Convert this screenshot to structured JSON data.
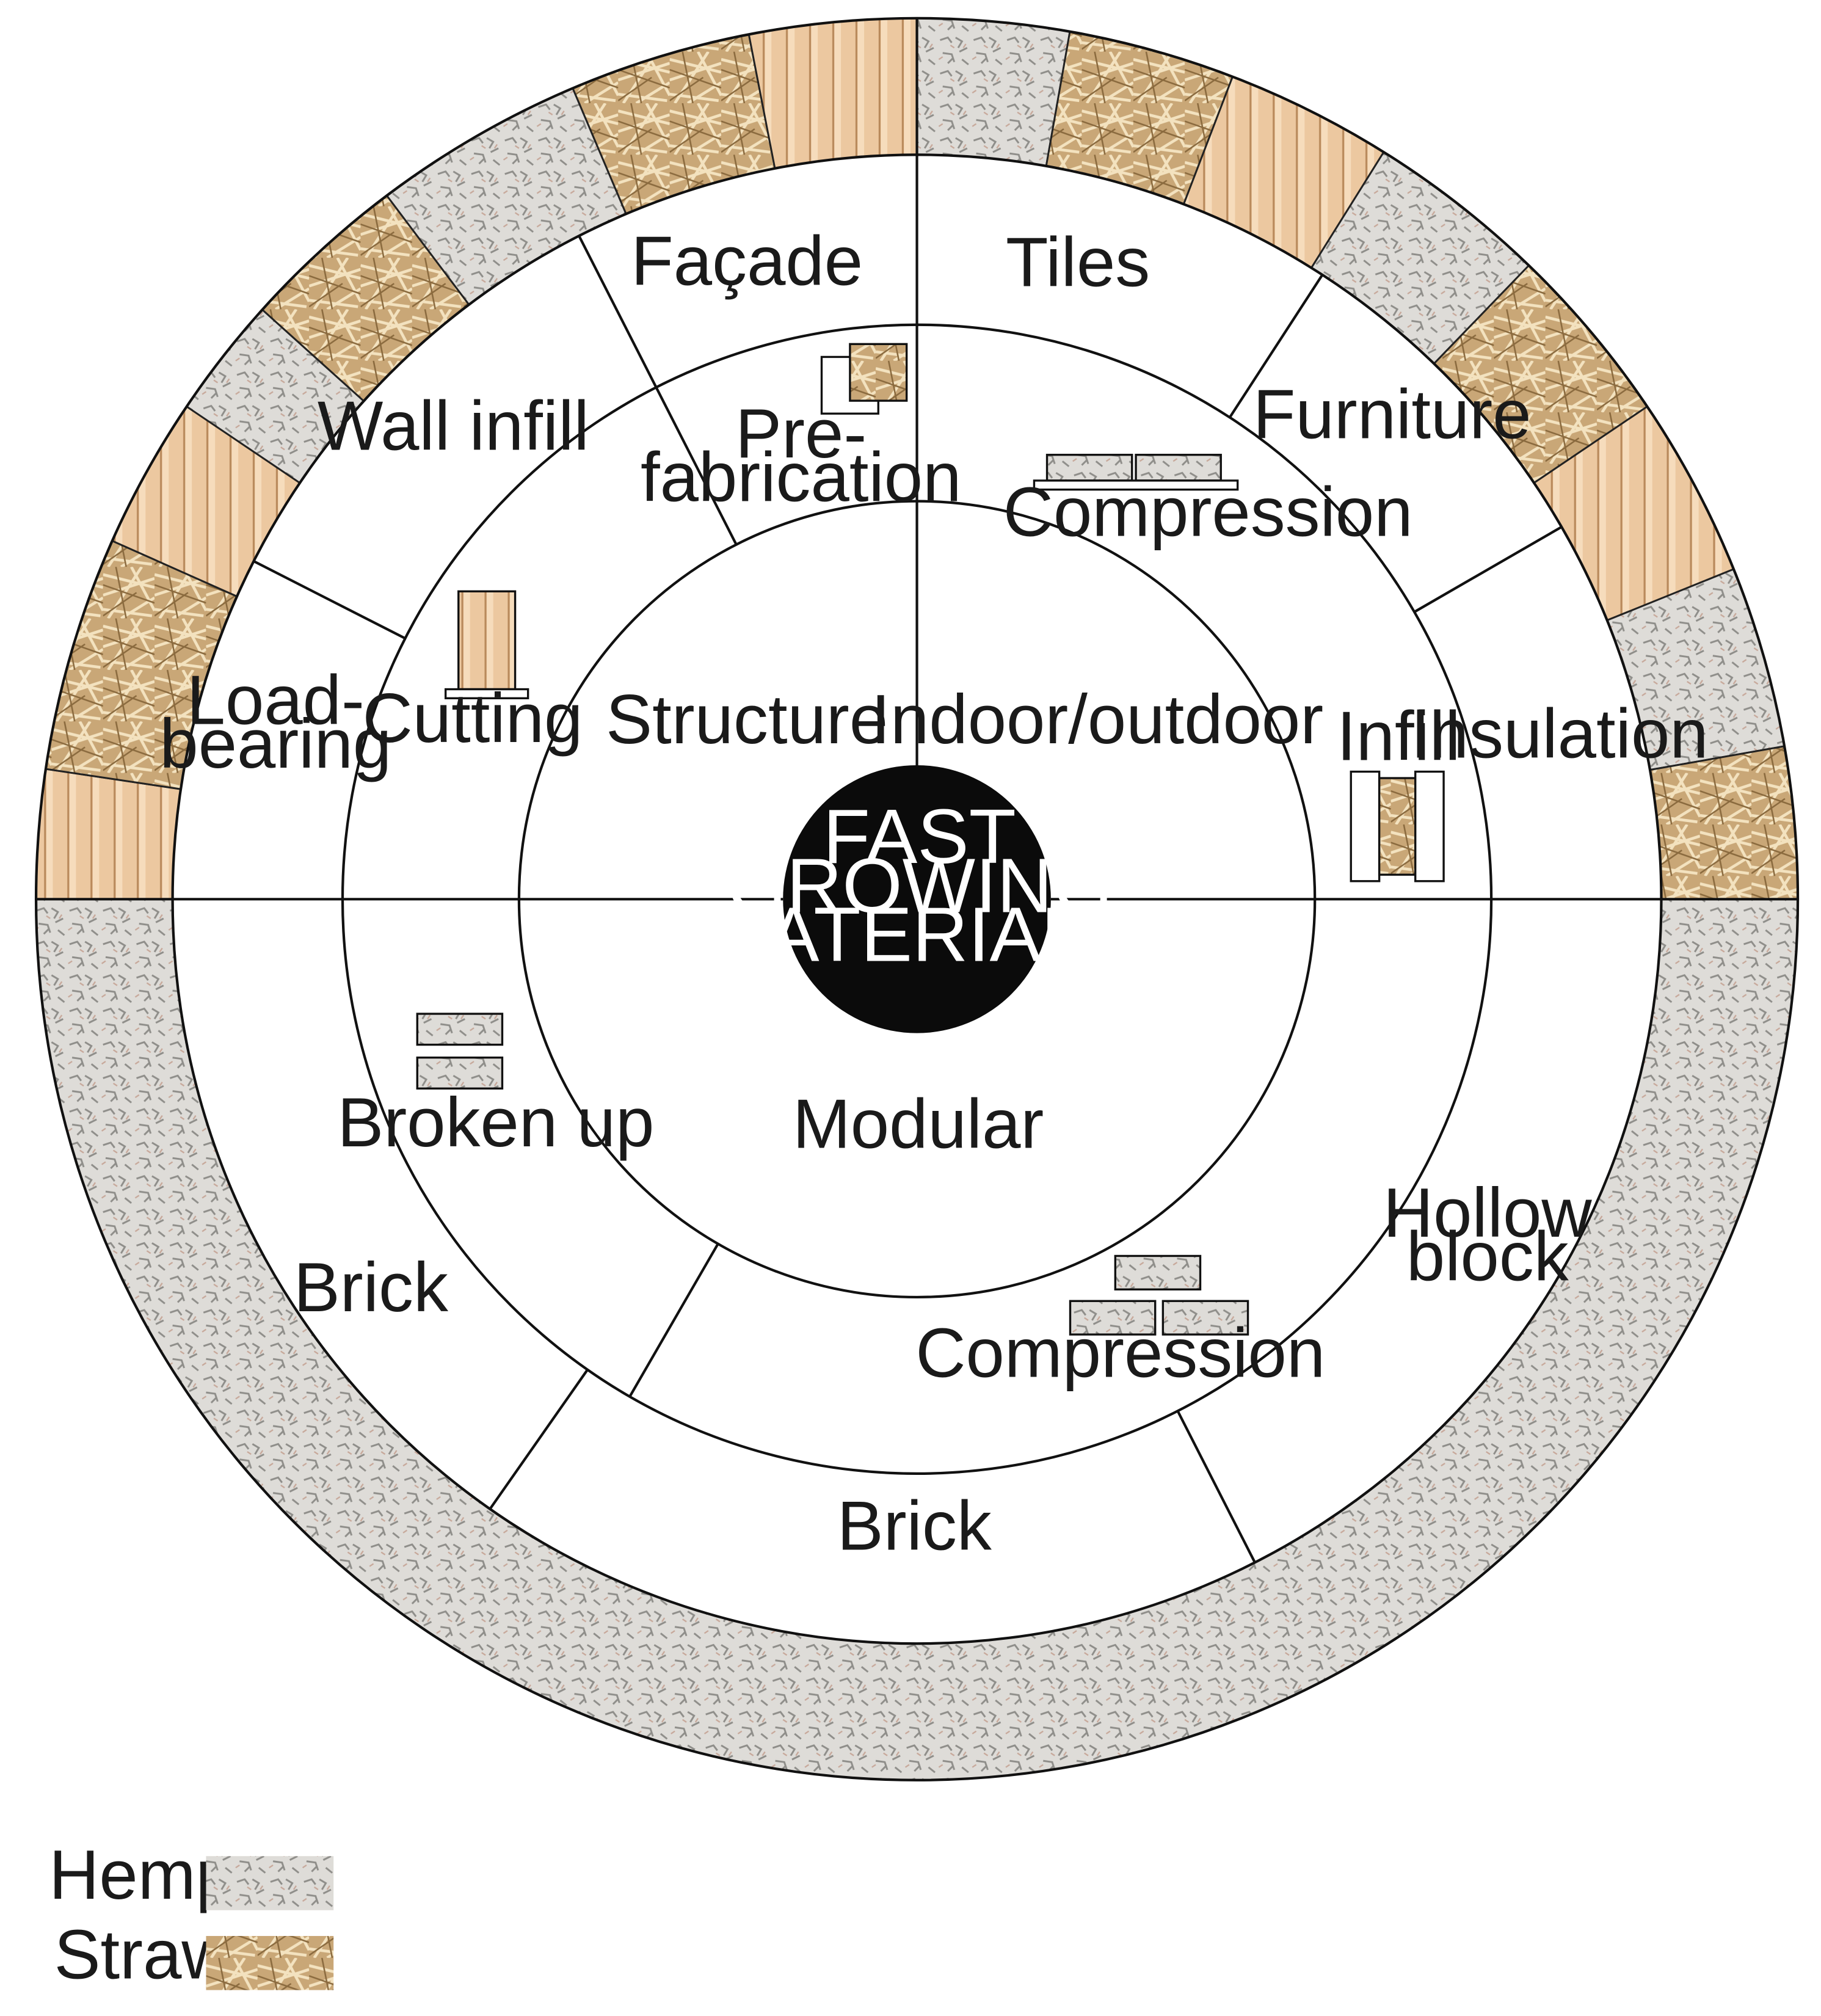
{
  "center": {
    "lines": [
      "FAST",
      "GROWING",
      "MATERIALS"
    ]
  },
  "colors": {
    "hemp": "#dcdad5",
    "straw": "#caa878",
    "bamboo": "#e9c49a",
    "line": "#111111",
    "center": "#0b0b0b"
  },
  "ring1": {
    "structure": "Structure",
    "indoor_outdoor": "Indoor/outdoor",
    "modular": "Modular"
  },
  "ring2": {
    "prefabrication": [
      "Pre-",
      "fabrication"
    ],
    "compression_top": "Compression",
    "infill": "Infill",
    "cutting": "Cutting",
    "broken_up": "Broken up",
    "compression_bottom": "Compression"
  },
  "ring3": {
    "facade": "Façade",
    "tiles": "Tiles",
    "furniture": "Furniture",
    "wall_infill": "Wall infill",
    "insulation": "Insulation",
    "load_bearing": [
      "Load-",
      "bearing"
    ],
    "brick_left": "Brick",
    "hollow_block": [
      "Hollow",
      "block"
    ],
    "brick_bottom": "Brick"
  },
  "outer_ring": [
    {
      "material": "bamboo"
    },
    {
      "material": "straw"
    },
    {
      "material": "bamboo"
    },
    {
      "material": "hemp"
    },
    {
      "material": "straw"
    },
    {
      "material": "hemp"
    },
    {
      "material": "straw"
    },
    {
      "material": "bamboo"
    },
    {
      "material": "hemp"
    },
    {
      "material": "straw"
    },
    {
      "material": "bamboo"
    },
    {
      "material": "hemp"
    },
    {
      "material": "straw"
    },
    {
      "material": "bamboo"
    },
    {
      "material": "hemp"
    },
    {
      "material": "straw"
    },
    {
      "material": "hemp"
    }
  ],
  "legend": [
    {
      "label": "Hemp",
      "material": "hemp"
    },
    {
      "label": "Straw",
      "material": "straw"
    }
  ]
}
